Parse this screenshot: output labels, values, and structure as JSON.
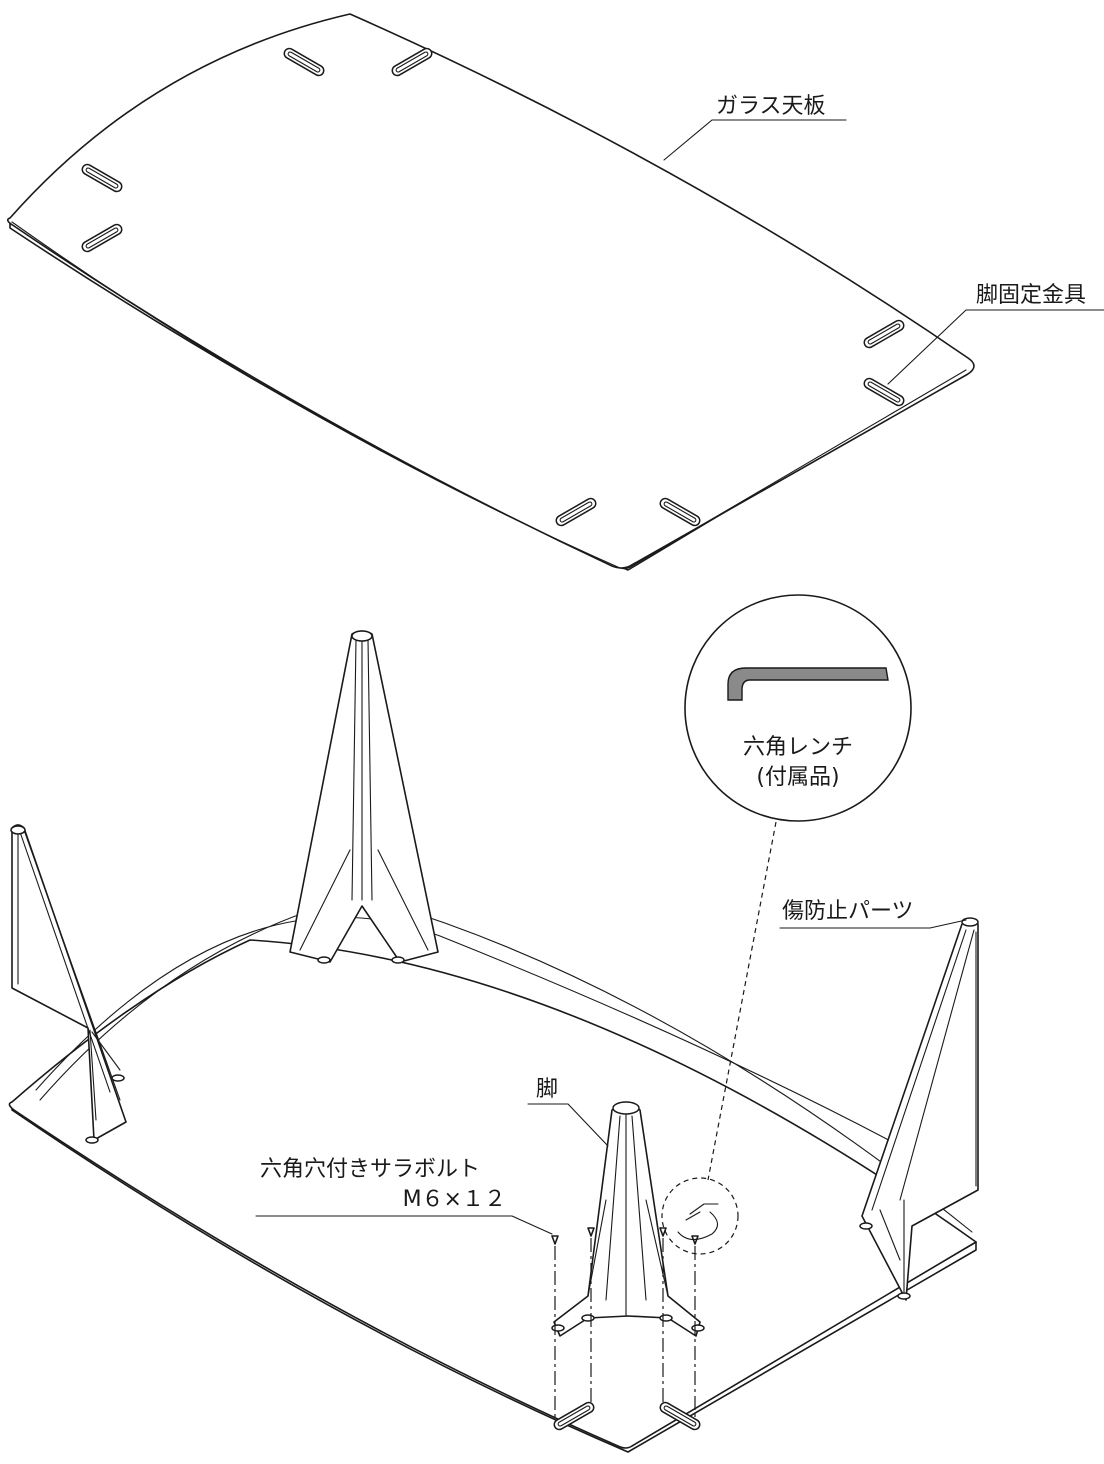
{
  "labels": {
    "glass_top": "ガラス天板",
    "leg_bracket": "脚固定金具",
    "hex_wrench_line1": "六角レンチ",
    "hex_wrench_line2": "(付属品)",
    "protector": "傷防止パーツ",
    "leg": "脚",
    "bolt_line1": "六角穴付きサラボルト",
    "bolt_line2": "M６×１２"
  },
  "colors": {
    "line": "#1a1a1a",
    "wrench": "#8a8a8a",
    "background": "#ffffff"
  }
}
